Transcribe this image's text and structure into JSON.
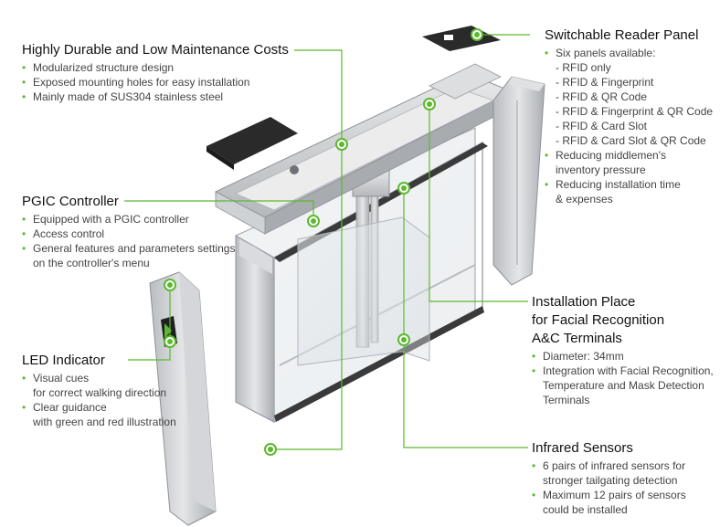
{
  "callouts": {
    "durable": {
      "title": "Highly Durable and Low Maintenance Costs",
      "items": [
        "Modularized structure design",
        "Exposed mounting holes for easy installation",
        "Mainly made of SUS304 stainless steel"
      ]
    },
    "pgic": {
      "title": "PGIC Controller",
      "items": [
        "Equipped with a PGIC controller",
        "Access control",
        "General features and parameters settings",
        "on the controller's menu"
      ]
    },
    "led": {
      "title": "LED Indicator",
      "items": [
        "Visual cues",
        "for correct walking direction",
        "Clear guidance",
        "with green and red illustration"
      ]
    },
    "reader": {
      "title": "Switchable Reader Panel",
      "items": [
        "Six panels available:",
        "- RFID only",
        "- RFID & Fingerprint",
        "- RFID & QR Code",
        "- RFID & Fingerprint & QR Code",
        "- RFID & Card Slot",
        "- RFID & Card Slot & QR Code",
        "Reducing middlemen's",
        "inventory pressure",
        "Reducing installation time",
        "& expenses"
      ]
    },
    "install": {
      "title1": "Installation Place",
      "title2": "for Facial Recognition",
      "title3": "A&C Terminals",
      "items": [
        "Diameter: 34mm",
        "Integration with Facial Recognition,",
        "Temperature and Mask Detection",
        "Terminals"
      ]
    },
    "infrared": {
      "title": "Infrared Sensors",
      "items": [
        "6 pairs of infrared sensors for",
        "stronger tailgating detection",
        "Maximum 12 pairs of sensors",
        "could be installed"
      ]
    }
  },
  "colors": {
    "accent": "#5cb82e",
    "steel": "#c9ccd0",
    "steel_dark": "#8d9196",
    "panel": "#2a2a2a"
  }
}
